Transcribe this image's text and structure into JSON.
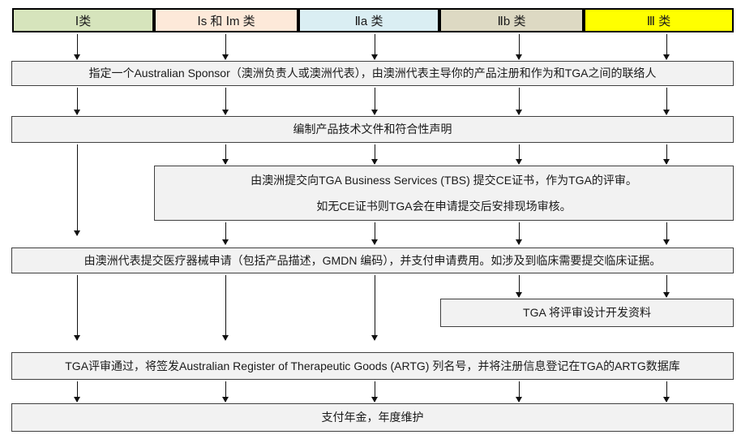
{
  "diagram": {
    "classes": [
      {
        "label": "Ⅰ类",
        "color": "#d6e4bc"
      },
      {
        "label": "Ⅰs 和 Ⅰm 类",
        "color": "#fde9d9"
      },
      {
        "label": "Ⅱa 类",
        "color": "#daeef3"
      },
      {
        "label": "Ⅱb 类",
        "color": "#ddd9c3"
      },
      {
        "label": "Ⅲ 类",
        "color": "#ffff00"
      }
    ],
    "steps": {
      "sponsor": "指定一个Australian Sponsor（澳洲负责人或澳洲代表），由澳洲代表主导你的产品注册和作为和TGA之间的联络人",
      "technical_file": "编制产品技术文件和符合性声明",
      "tbs_line1": "由澳洲提交向TGA Business Services (TBS) 提交CE证书，作为TGA的评审。",
      "tbs_line2": "如无CE证书则TGA会在申请提交后安排现场审核。",
      "application": "由澳洲代表提交医疗器械申请（包括产品描述，GMDN 编码），并支付申请费用。如涉及到临床需要提交临床证据。",
      "design_review": "TGA 将评审设计开发资料",
      "artg_listing": "TGA评审通过，将签发Australian Register of Therapeutic Goods (ARTG) 列名号，并将注册信息登记在TGA的ARTG数据库",
      "annual_fee": "支付年金，年度维护"
    },
    "colors": {
      "background": "#ffffff",
      "process_box_fill": "#f2f2f2",
      "process_box_border": "#404040",
      "class_box_border": "#000000",
      "arrow": "#111111"
    }
  }
}
